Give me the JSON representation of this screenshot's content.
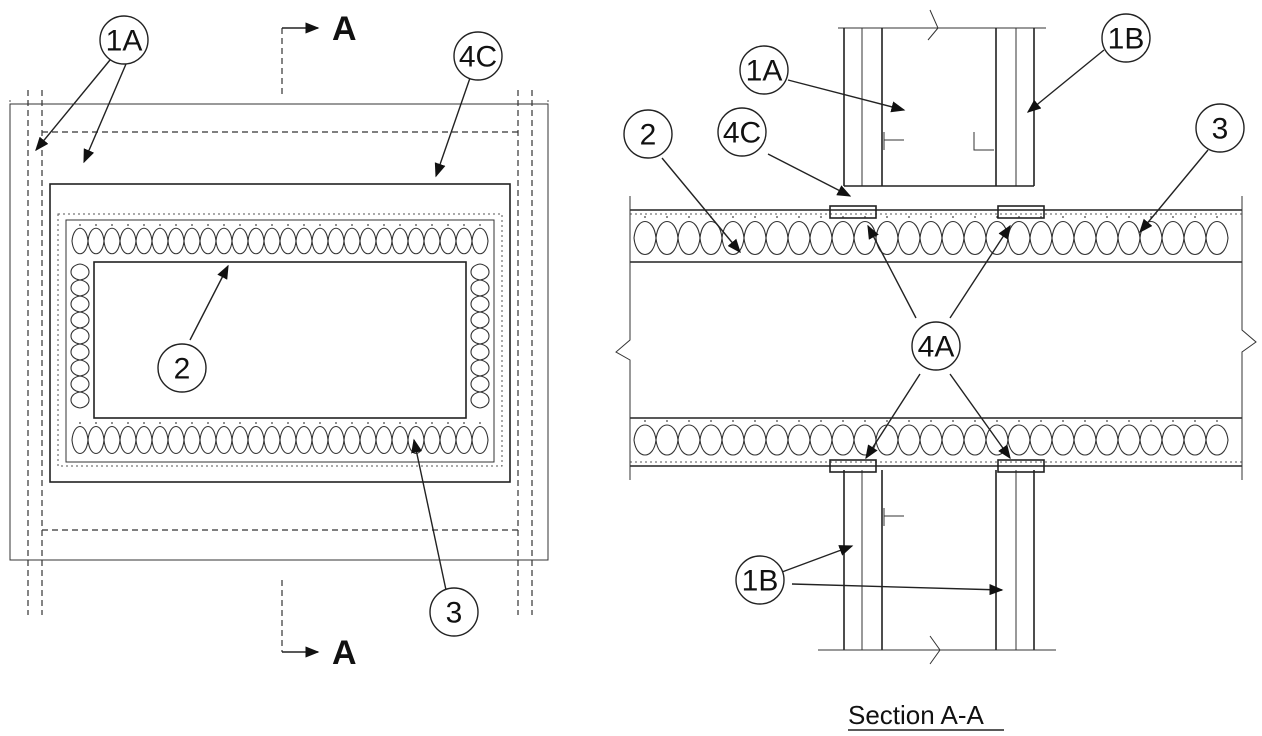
{
  "plan_view": {
    "callouts": {
      "wall_1a": "1A",
      "sleeve_4c": "4C",
      "duct_2": "2",
      "insulation_3": "3"
    },
    "section_marker_top": "A",
    "section_marker_bottom": "A"
  },
  "section_view": {
    "callouts": {
      "wall_1a": "1A",
      "wall_1b_top": "1B",
      "duct_2": "2",
      "insulation_3": "3",
      "sleeve_4c": "4C",
      "angle_4a": "4A",
      "wall_1b_bottom": "1B"
    },
    "caption": "Section A-A"
  }
}
